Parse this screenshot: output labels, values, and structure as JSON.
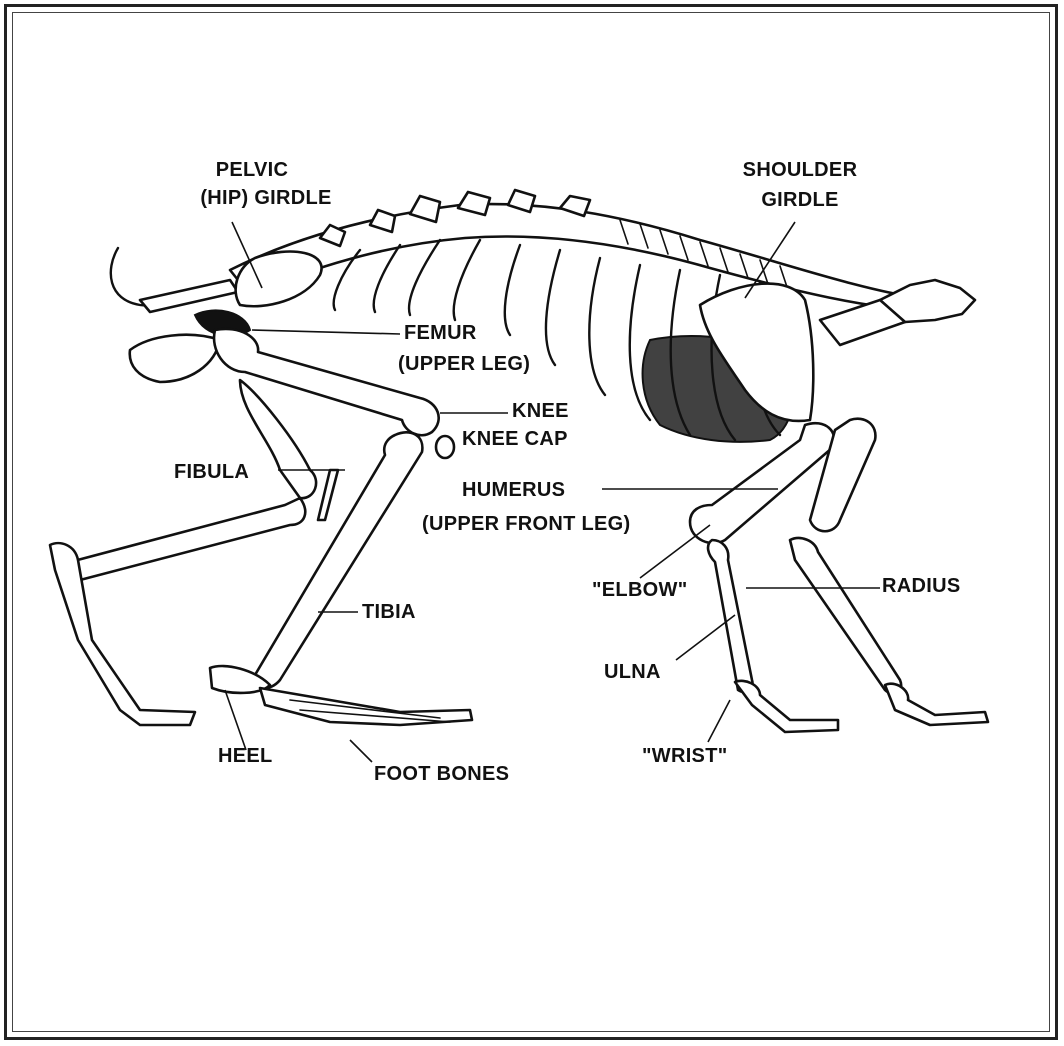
{
  "labels": {
    "pelvic": "PELVIC",
    "hip_girdle": "(HIP) GIRDLE",
    "shoulder": "SHOULDER",
    "girdle": "GIRDLE",
    "femur": "FEMUR",
    "upper_leg": "(UPPER LEG)",
    "knee": "KNEE",
    "knee_cap": "KNEE CAP",
    "fibula": "FIBULA",
    "humerus": "HUMERUS",
    "upper_front_leg": "(UPPER FRONT LEG)",
    "elbow": "\"ELBOW\"",
    "radius": "RADIUS",
    "tibia": "TIBIA",
    "ulna": "ULNA",
    "heel": "HEEL",
    "foot_bones": "FOOT BONES",
    "wrist": "\"WRIST\""
  }
}
